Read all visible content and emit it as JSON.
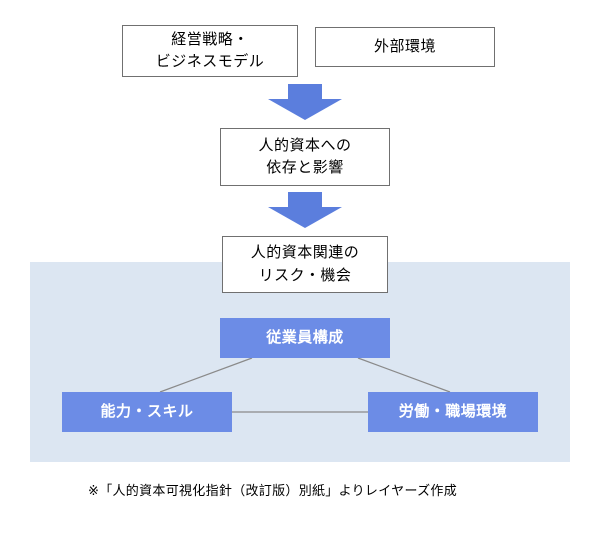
{
  "boxes": {
    "strategy": {
      "label": "経営戦略・\nビジネスモデル"
    },
    "external": {
      "label": "外部環境"
    },
    "dependency": {
      "label": "人的資本への\n依存と影響"
    },
    "risk": {
      "label": "人的資本関連の\nリスク・機会"
    },
    "workforce": {
      "label": "従業員構成"
    },
    "skills": {
      "label": "能力・スキル"
    },
    "environment": {
      "label": "労働・職場環境"
    }
  },
  "caption": "※「人的資本可視化指針（改訂版）別紙」よりレイヤーズ作成",
  "colors": {
    "arrow_blue": "#5b7edd",
    "box_blue": "#6c8ce6",
    "panel_blue": "#dce6f2",
    "border_gray": "#707070",
    "line_gray": "#8a8a8a"
  }
}
